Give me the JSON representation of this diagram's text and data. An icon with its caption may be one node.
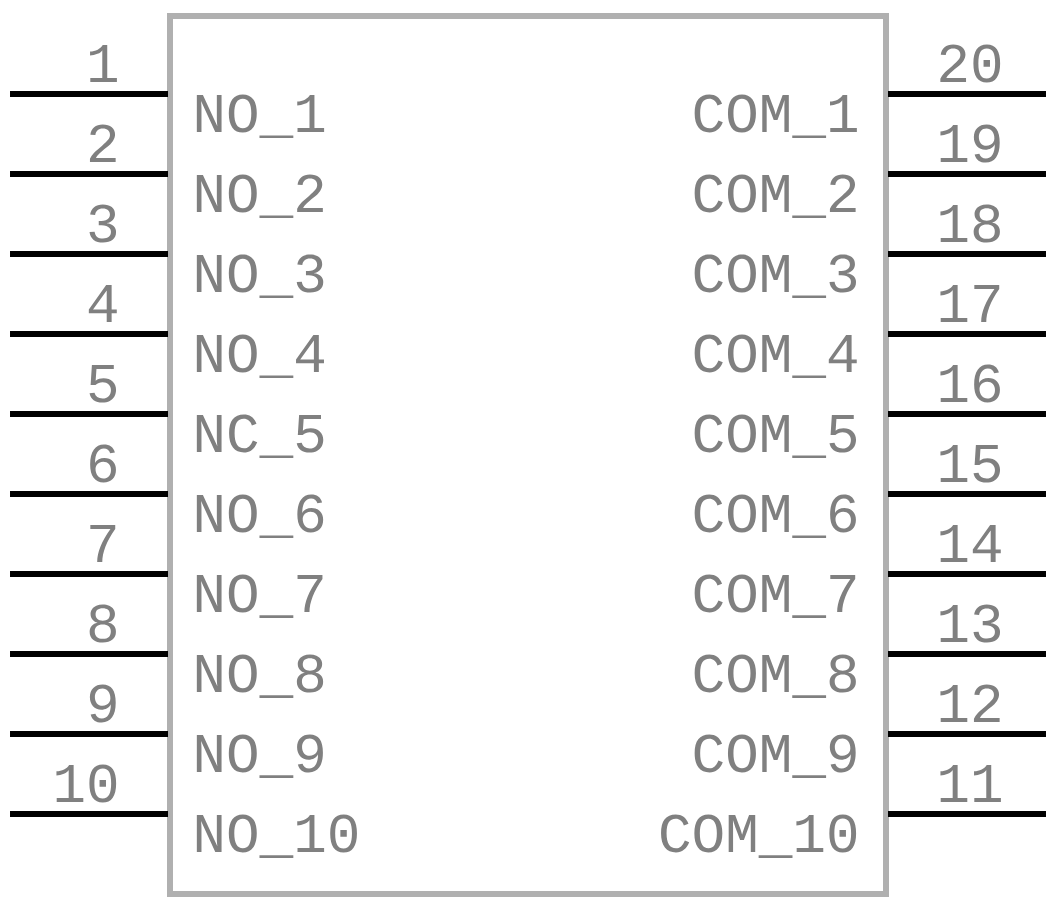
{
  "diagram": {
    "labels": [
      "1",
      "NO_1",
      "COM_1",
      "20",
      "2",
      "NO_2",
      "COM_2",
      "19",
      "3",
      "NO_3",
      "COM_3",
      "18",
      "4",
      "NO_4",
      "COM_4",
      "17",
      "5",
      "NC_5",
      "COM_5",
      "16",
      "6",
      "NO_6",
      "COM_6",
      "15",
      "7",
      "NO_7",
      "COM_7",
      "14",
      "8",
      "NO_8",
      "COM_8",
      "13",
      "9",
      "NO_9",
      "COM_9",
      "12",
      "10",
      "NO_10",
      "COM_10",
      "11"
    ]
  }
}
